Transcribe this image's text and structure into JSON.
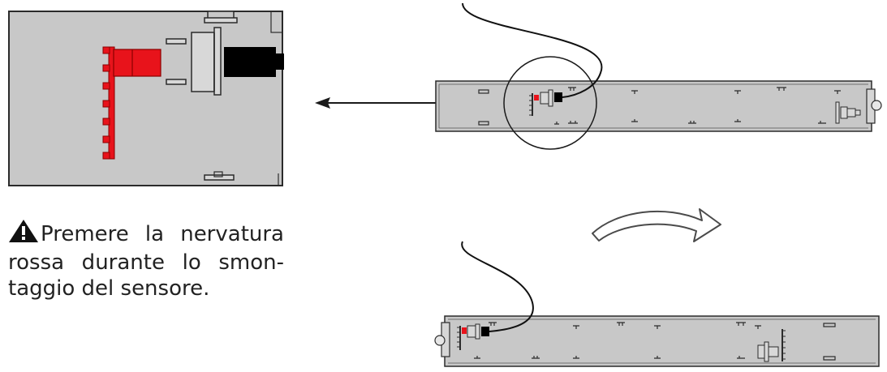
{
  "warning": {
    "line1": "Premere la nervatura",
    "line2": "rossa durante lo smon-",
    "line3": "taggio del sensore."
  },
  "colors": {
    "housing": "#c8c8c8",
    "outline": "#2b2b2b",
    "rib": "#e8131b",
    "sensor": "#000000"
  },
  "icons": {
    "warning": "warning-triangle-icon",
    "arrow": "left-arrow-icon",
    "rotate": "curved-rotate-arrow-icon"
  }
}
